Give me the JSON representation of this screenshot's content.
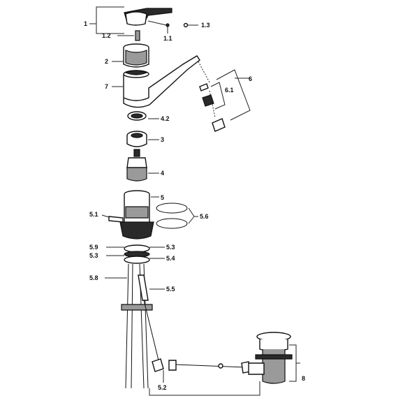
{
  "labels": {
    "l1": "1",
    "l1_1": "1.1",
    "l1_2": "1.2",
    "l1_3": "1.3",
    "l2": "2",
    "l7": "7",
    "l6": "6",
    "l6_1": "6.1",
    "l4_2": "4.2",
    "l3": "3",
    "l4": "4",
    "l5": "5",
    "l5_1": "5.1",
    "l5_6": "5.6",
    "l5_9": "5.9",
    "l5_3a": "5.3",
    "l5_3b": "5.3",
    "l5_4": "5.4",
    "l5_8": "5.8",
    "l5_5": "5.5",
    "l5_2": "5.2",
    "l8": "8"
  }
}
